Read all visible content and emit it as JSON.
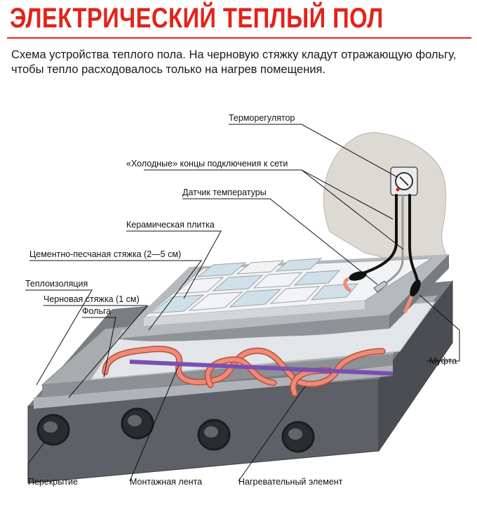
{
  "title": "ЭЛЕКТРИЧЕСКИЙ ТЕПЛЫЙ ПОЛ",
  "subtitle": "Схема устройства теплого пола. На черновую стяжку кладут отражающую фольгу, чтобы тепло расходовалось только на нагрев помещения.",
  "labels": {
    "thermostat": "Терморегулятор",
    "cold_ends": "«Холодные» концы подключения к сети",
    "temp_sensor": "Датчик температуры",
    "ceramic_tile": "Керамическая плитка",
    "cement_screed": "Цементно-песчаная стяжка (2—5 см)",
    "insulation": "Теплоизоляция",
    "rough_screed": "Черновая стяжка (1 см)",
    "foil": "Фольга",
    "coupling": "Муфта",
    "slab": "Перекрытие",
    "mounting_tape": "Монтажная лента",
    "heating_element": "Нагревательный элемент"
  },
  "colors": {
    "title": "#e2231a",
    "concrete": "#5d6066",
    "screed": "#9fa2a6",
    "tile_blue": "#cfe0e8",
    "heating_cable": "#f08a76",
    "mounting_tape": "#7a4fb0",
    "wall": "#dcdad2"
  }
}
